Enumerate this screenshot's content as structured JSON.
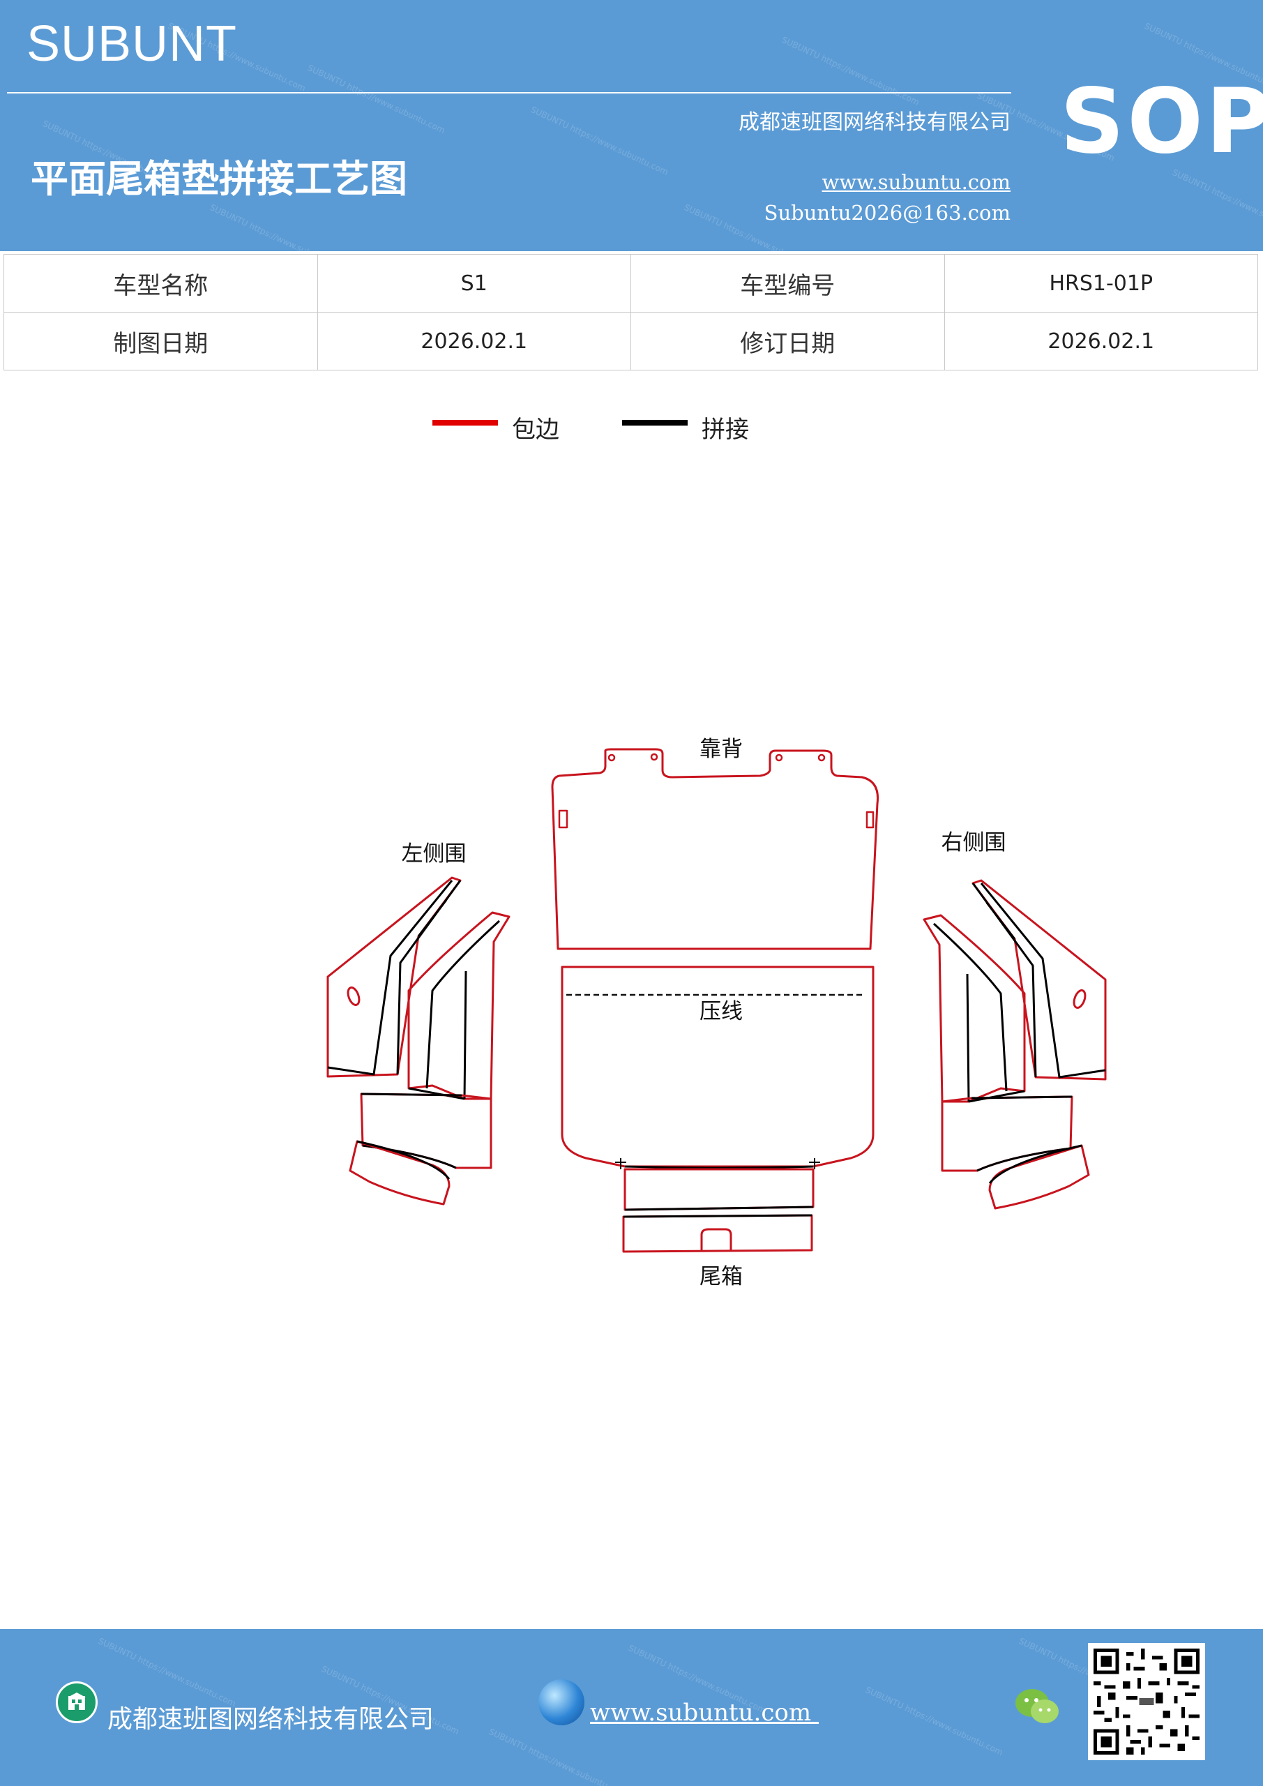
{
  "header": {
    "brand": "SUBUNT",
    "title": "平面尾箱垫拼接工艺图",
    "company": "成都速班图网络科技有限公司",
    "website": "www.subuntu.com",
    "email": "Subuntu2026@163.com",
    "badge": "SOP",
    "bg_color": "#5b9bd5"
  },
  "info": {
    "rows": [
      {
        "label1": "车型名称",
        "value1": "S1",
        "label2": "车型编号",
        "value2": "HRS1-01P"
      },
      {
        "label1": "制图日期",
        "value1": "2026.02.1",
        "label2": "修订日期",
        "value2": "2026.02.1"
      }
    ]
  },
  "legend": {
    "items": [
      {
        "label": "包边",
        "color": "#e00000"
      },
      {
        "label": "拼接",
        "color": "#000000"
      }
    ]
  },
  "diagram": {
    "labels": {
      "backrest": "靠背",
      "left_side": "左侧围",
      "right_side": "右侧围",
      "press_line": "压线",
      "trunk": "尾箱"
    },
    "edge_color": "#c8141e",
    "seam_color": "#000000"
  },
  "footer": {
    "company": "成都速班图网络科技有限公司",
    "website": "www.subuntu.com ",
    "icons": [
      "building-icon",
      "globe-icon",
      "wechat-icon",
      "qr-code"
    ]
  }
}
